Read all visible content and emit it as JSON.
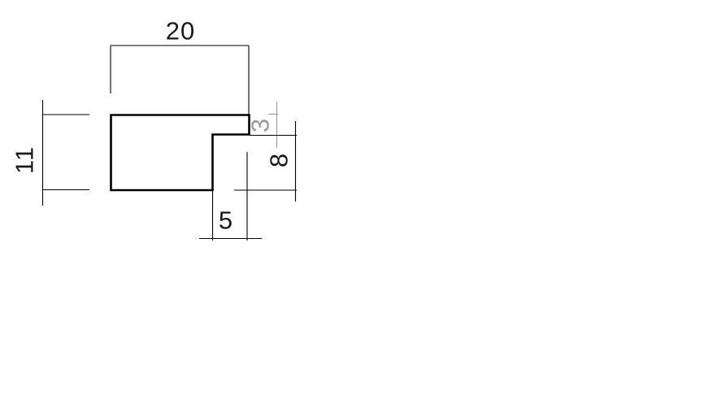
{
  "drawing": {
    "type": "technical-drawing",
    "part": "stepped-block-with-bottom-right-notch",
    "dims": {
      "top_width": "20",
      "left_height": "11",
      "right_step_depth": "3",
      "right_notch_height": "8",
      "bottom_notch_width": "5"
    },
    "colors": {
      "outline": "#000000",
      "dimension_lines": "#000000",
      "reference_dimension": "#999999",
      "background": "#ffffff"
    }
  }
}
